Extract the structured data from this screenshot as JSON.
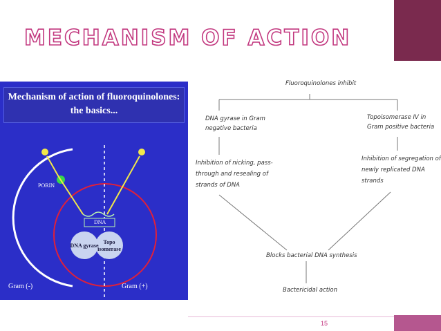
{
  "slide": {
    "title": "MECHANISM OF ACTION",
    "page_number": "15"
  },
  "left_figure": {
    "header_line1": "Mechanism of action of fluoroquinolones:",
    "header_line2": "the basics...",
    "porin_label": "PORIN",
    "dna_label": "DNA",
    "dna_gyrase_label": "DNA gyrase",
    "topo_label_line1": "Topo",
    "topo_label_line2": "isomerase",
    "gram_neg_label": "Gram (-)",
    "gram_pos_label": "Gram (+)"
  },
  "flowchart": {
    "top": "Fluoroquinolones inhibit",
    "left_target_line1": "DNA gyrase in Gram",
    "left_target_line2": "negative bacteria",
    "right_target_line1": "Topoisomerase IV in",
    "right_target_line2": "Gram positive bacteria",
    "left_effect_line1": "Inhibition of nicking, pass-",
    "left_effect_line2": "through and resealing of",
    "left_effect_line3": "strands of DNA",
    "right_effect_line1": "Inhibition of segregation of",
    "right_effect_line2": "newly replicated DNA",
    "right_effect_line3": "strands",
    "blocks": "Blocks bacterial DNA synthesis",
    "result": "Bactericidal action"
  },
  "colors": {
    "title_stroke": "#c2387f",
    "corner_block": "#7a2a4e",
    "bottom_block": "#b5578f",
    "slide_blue": "#2b2ec8"
  }
}
